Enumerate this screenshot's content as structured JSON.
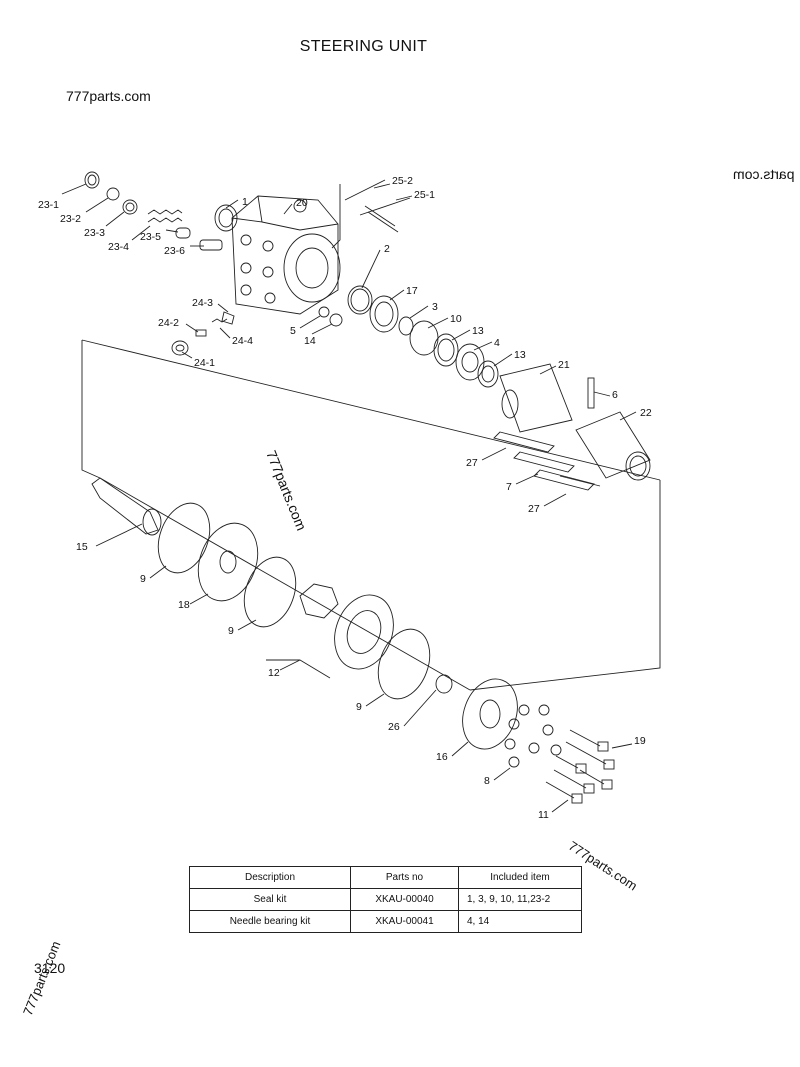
{
  "title": "STEERING UNIT",
  "watermarks": {
    "top": "777parts.com",
    "mirrored": "parts.com",
    "diagonal": "777parts.com",
    "bottom": "777parts.com",
    "side": "777parts.com"
  },
  "page_number": "3120",
  "callouts": {
    "c23_1": "23-1",
    "c23_2": "23-2",
    "c23_3": "23-3",
    "c23_4": "23-4",
    "c23_5": "23-5",
    "c23_6": "23-6",
    "c1": "1",
    "c20": "20",
    "c25_2": "25-2",
    "c25_1": "25-1",
    "c24_3": "24-3",
    "c24_2": "24-2",
    "c24_4": "24-4",
    "c24_1": "24-1",
    "c5": "5",
    "c14": "14",
    "c2": "2",
    "c17": "17",
    "c3": "3",
    "c10": "10",
    "c13a": "13",
    "c4": "4",
    "c13b": "13",
    "c21": "21",
    "c6": "6",
    "c22": "22",
    "c27a": "27",
    "c7": "7",
    "c27b": "27",
    "c15": "15",
    "c9a": "9",
    "c18": "18",
    "c9b": "9",
    "c12": "12",
    "c9c": "9",
    "c26": "26",
    "c16": "16",
    "c8": "8",
    "c19": "19",
    "c11": "11"
  },
  "table": {
    "headers": [
      "Description",
      "Parts no",
      "Included item"
    ],
    "rows": [
      [
        "Seal kit",
        "XKAU-00040",
        "1, 3, 9, 10, 11,23-2"
      ],
      [
        "Needle bearing kit",
        "XKAU-00041",
        "4, 14"
      ]
    ]
  }
}
